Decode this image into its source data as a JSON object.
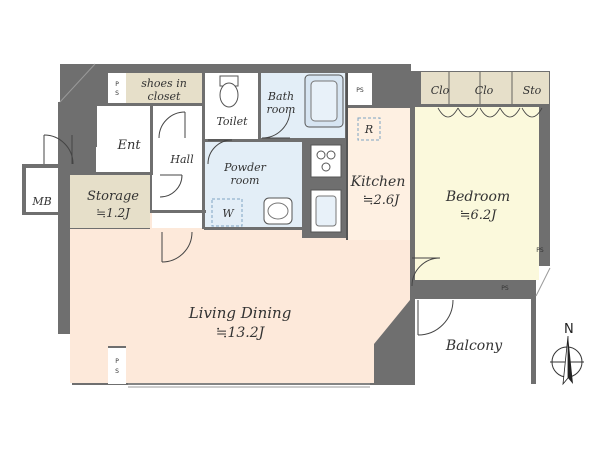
{
  "colors": {
    "wall": "#6f6f6f",
    "living": "#fde9da",
    "kitchen": "#fef0e2",
    "bedroom": "#fbf9dc",
    "wet": "#e3eef7",
    "storage": "#e6dfc9",
    "entry": "#ffffff"
  },
  "rooms": {
    "living": {
      "name": "Living Dining",
      "area": "≒13.2J"
    },
    "kitchen": {
      "name": "Kitchen",
      "area": "≒2.6J"
    },
    "bedroom": {
      "name": "Bedroom",
      "area": "≒6.2J"
    },
    "storage": {
      "name": "Storage",
      "area": "≒1.2J"
    },
    "balcony": {
      "name": "Balcony"
    },
    "entrance": {
      "name": "Ent"
    },
    "hall": {
      "name": "Hall"
    },
    "toilet": {
      "name": "Toilet"
    },
    "bath": {
      "name": "Bath",
      "name2": "room"
    },
    "powder": {
      "name": "Powder",
      "name2": "room"
    },
    "shoes": {
      "name": "shoes in",
      "name2": "closet"
    },
    "meter_box": {
      "name": "MB"
    }
  },
  "fixtures": {
    "washer": "W",
    "fridge": "R",
    "closet1": "Clo",
    "closet2": "Clo",
    "storage_shelf": "Sto"
  },
  "pipe_spaces": {
    "label": "PS",
    "stacked_p": "P",
    "stacked_s": "S"
  },
  "compass": {
    "label": "N"
  }
}
